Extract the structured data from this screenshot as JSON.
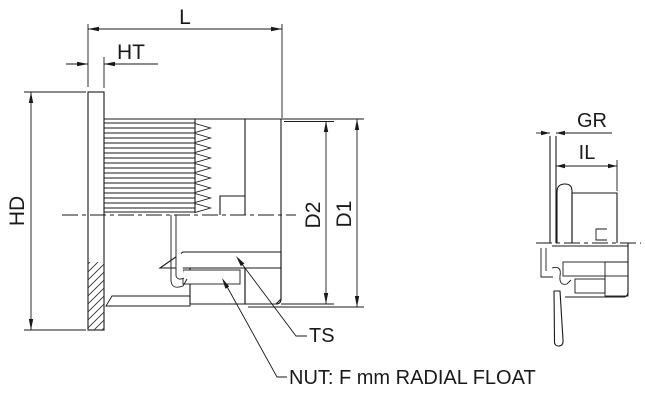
{
  "drawing": {
    "type": "technical-engineering-drawing",
    "subject": "floating rivet nut cross-section with installed side view",
    "background_color": "#ffffff",
    "line_color": "#1a1a1a",
    "note": "NUT:  F mm RADIAL FLOAT",
    "dims": {
      "length": "L",
      "head_thickness": "HT",
      "head_diameter": "HD",
      "d2": "D2",
      "d1": "D1",
      "thread_size": "TS",
      "grip_range": "GR",
      "installed_length": "IL"
    }
  }
}
